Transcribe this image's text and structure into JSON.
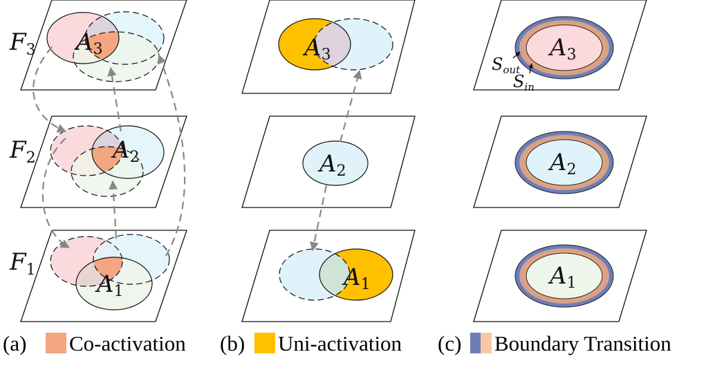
{
  "panels": {
    "a": {
      "layers": [
        {
          "base": "F",
          "sub": "3",
          "region_base": "A",
          "region_sub": "3"
        },
        {
          "base": "F",
          "sub": "2",
          "region_base": "A",
          "region_sub": "2"
        },
        {
          "base": "F",
          "sub": "1",
          "region_base": "A",
          "region_sub": "1"
        }
      ],
      "caption_label": "(a)",
      "caption_text": "Co-activation",
      "swatch_color": "#f4a582"
    },
    "b": {
      "layers": [
        {
          "region_base": "A",
          "region_sub": "3"
        },
        {
          "region_base": "A",
          "region_sub": "2"
        },
        {
          "region_base": "A",
          "region_sub": "1"
        }
      ],
      "caption_label": "(b)",
      "caption_text": "Uni-activation",
      "swatch_color": "#ffc000"
    },
    "c": {
      "layers": [
        {
          "region_base": "A",
          "region_sub": "3"
        },
        {
          "region_base": "A",
          "region_sub": "2"
        },
        {
          "region_base": "A",
          "region_sub": "1"
        }
      ],
      "s_out": {
        "base": "S",
        "sub": "out"
      },
      "s_in": {
        "base": "S",
        "sub": "in"
      },
      "caption_label": "(c)",
      "caption_text": "Boundary Transition",
      "swatch_colors": [
        "#6b7eb8",
        "#f8c7a6"
      ]
    }
  },
  "colors": {
    "pink": "#fadadd",
    "blue": "#e0f3fb",
    "green": "#eef5ea",
    "coactive": "#f4a582",
    "uniactive": "#ffc000",
    "overlap_gray": "#ddd3dd",
    "ring_outer": "#6b7eb8",
    "ring_inner": "#e8a27c",
    "arrow": "#888888"
  }
}
